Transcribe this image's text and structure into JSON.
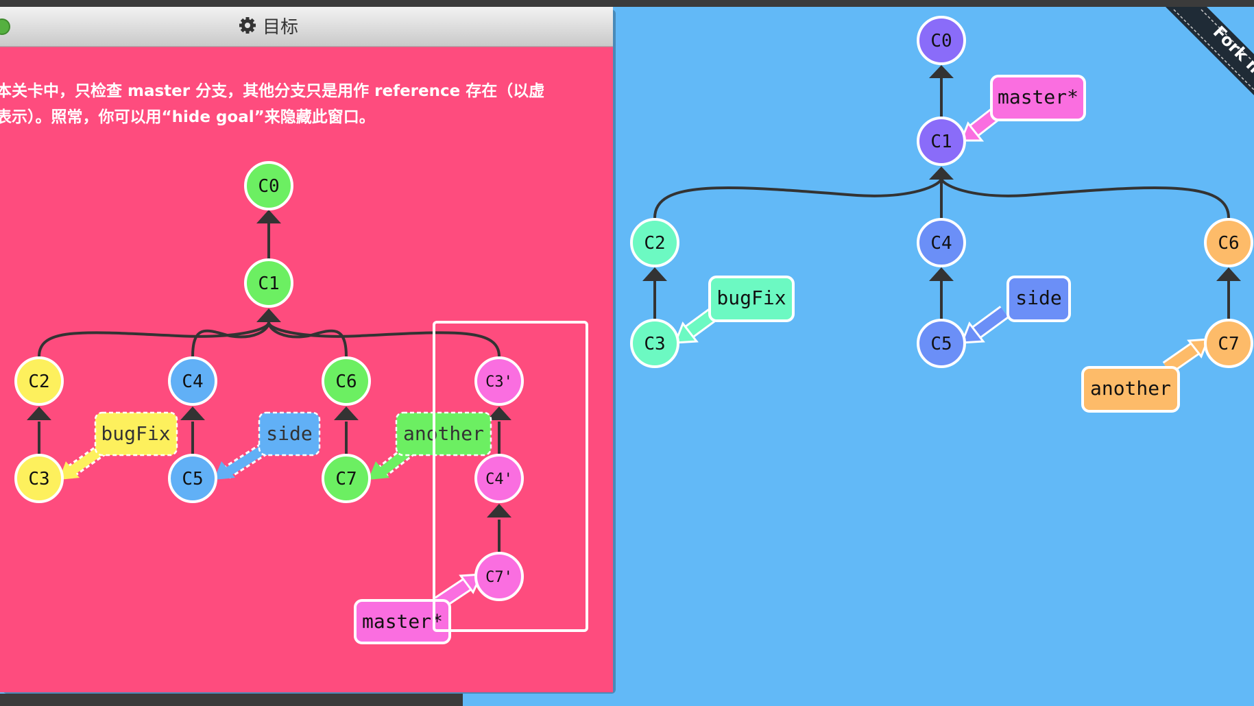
{
  "colors": {
    "main_bg": "#62b9f7",
    "goal_bg": "#fe4c7e",
    "c_purple": "#8a6cf9",
    "c_teal": "#6cf9c2",
    "c_blue_right": "#6b8ff7",
    "c_orange": "#fdbb69",
    "c_pink": "#fa6ee0",
    "c_yellow": "#fdf05d",
    "c_blue_left": "#61b0f6",
    "c_green": "#6cef62"
  },
  "goal_window": {
    "title": "目标",
    "title_icon": "gear-icon",
    "desc_line1": "本关卡中，只检查 master 分支，其他分支只是用作 reference 存在（以虚",
    "desc_line2": "表示）。照常，你可以用“hide goal”来隐藏此窗口。"
  },
  "goal_tree": {
    "commits": {
      "C0": "C0",
      "C1": "C1",
      "C2": "C2",
      "C3": "C3",
      "C4": "C4",
      "C5": "C5",
      "C6": "C6",
      "C7": "C7",
      "C3p": "C3'",
      "C4p": "C4'",
      "C7p": "C7'"
    },
    "branches": {
      "bugFix": "bugFix",
      "side": "side",
      "another": "another",
      "master": "master*"
    }
  },
  "main_tree": {
    "commits": {
      "C0": "C0",
      "C1": "C1",
      "C2": "C2",
      "C3": "C3",
      "C4": "C4",
      "C5": "C5",
      "C6": "C6",
      "C7": "C7"
    },
    "branches": {
      "master": "master*",
      "bugFix": "bugFix",
      "side": "side",
      "another": "another"
    }
  },
  "ribbon": {
    "label": "Fork m"
  }
}
